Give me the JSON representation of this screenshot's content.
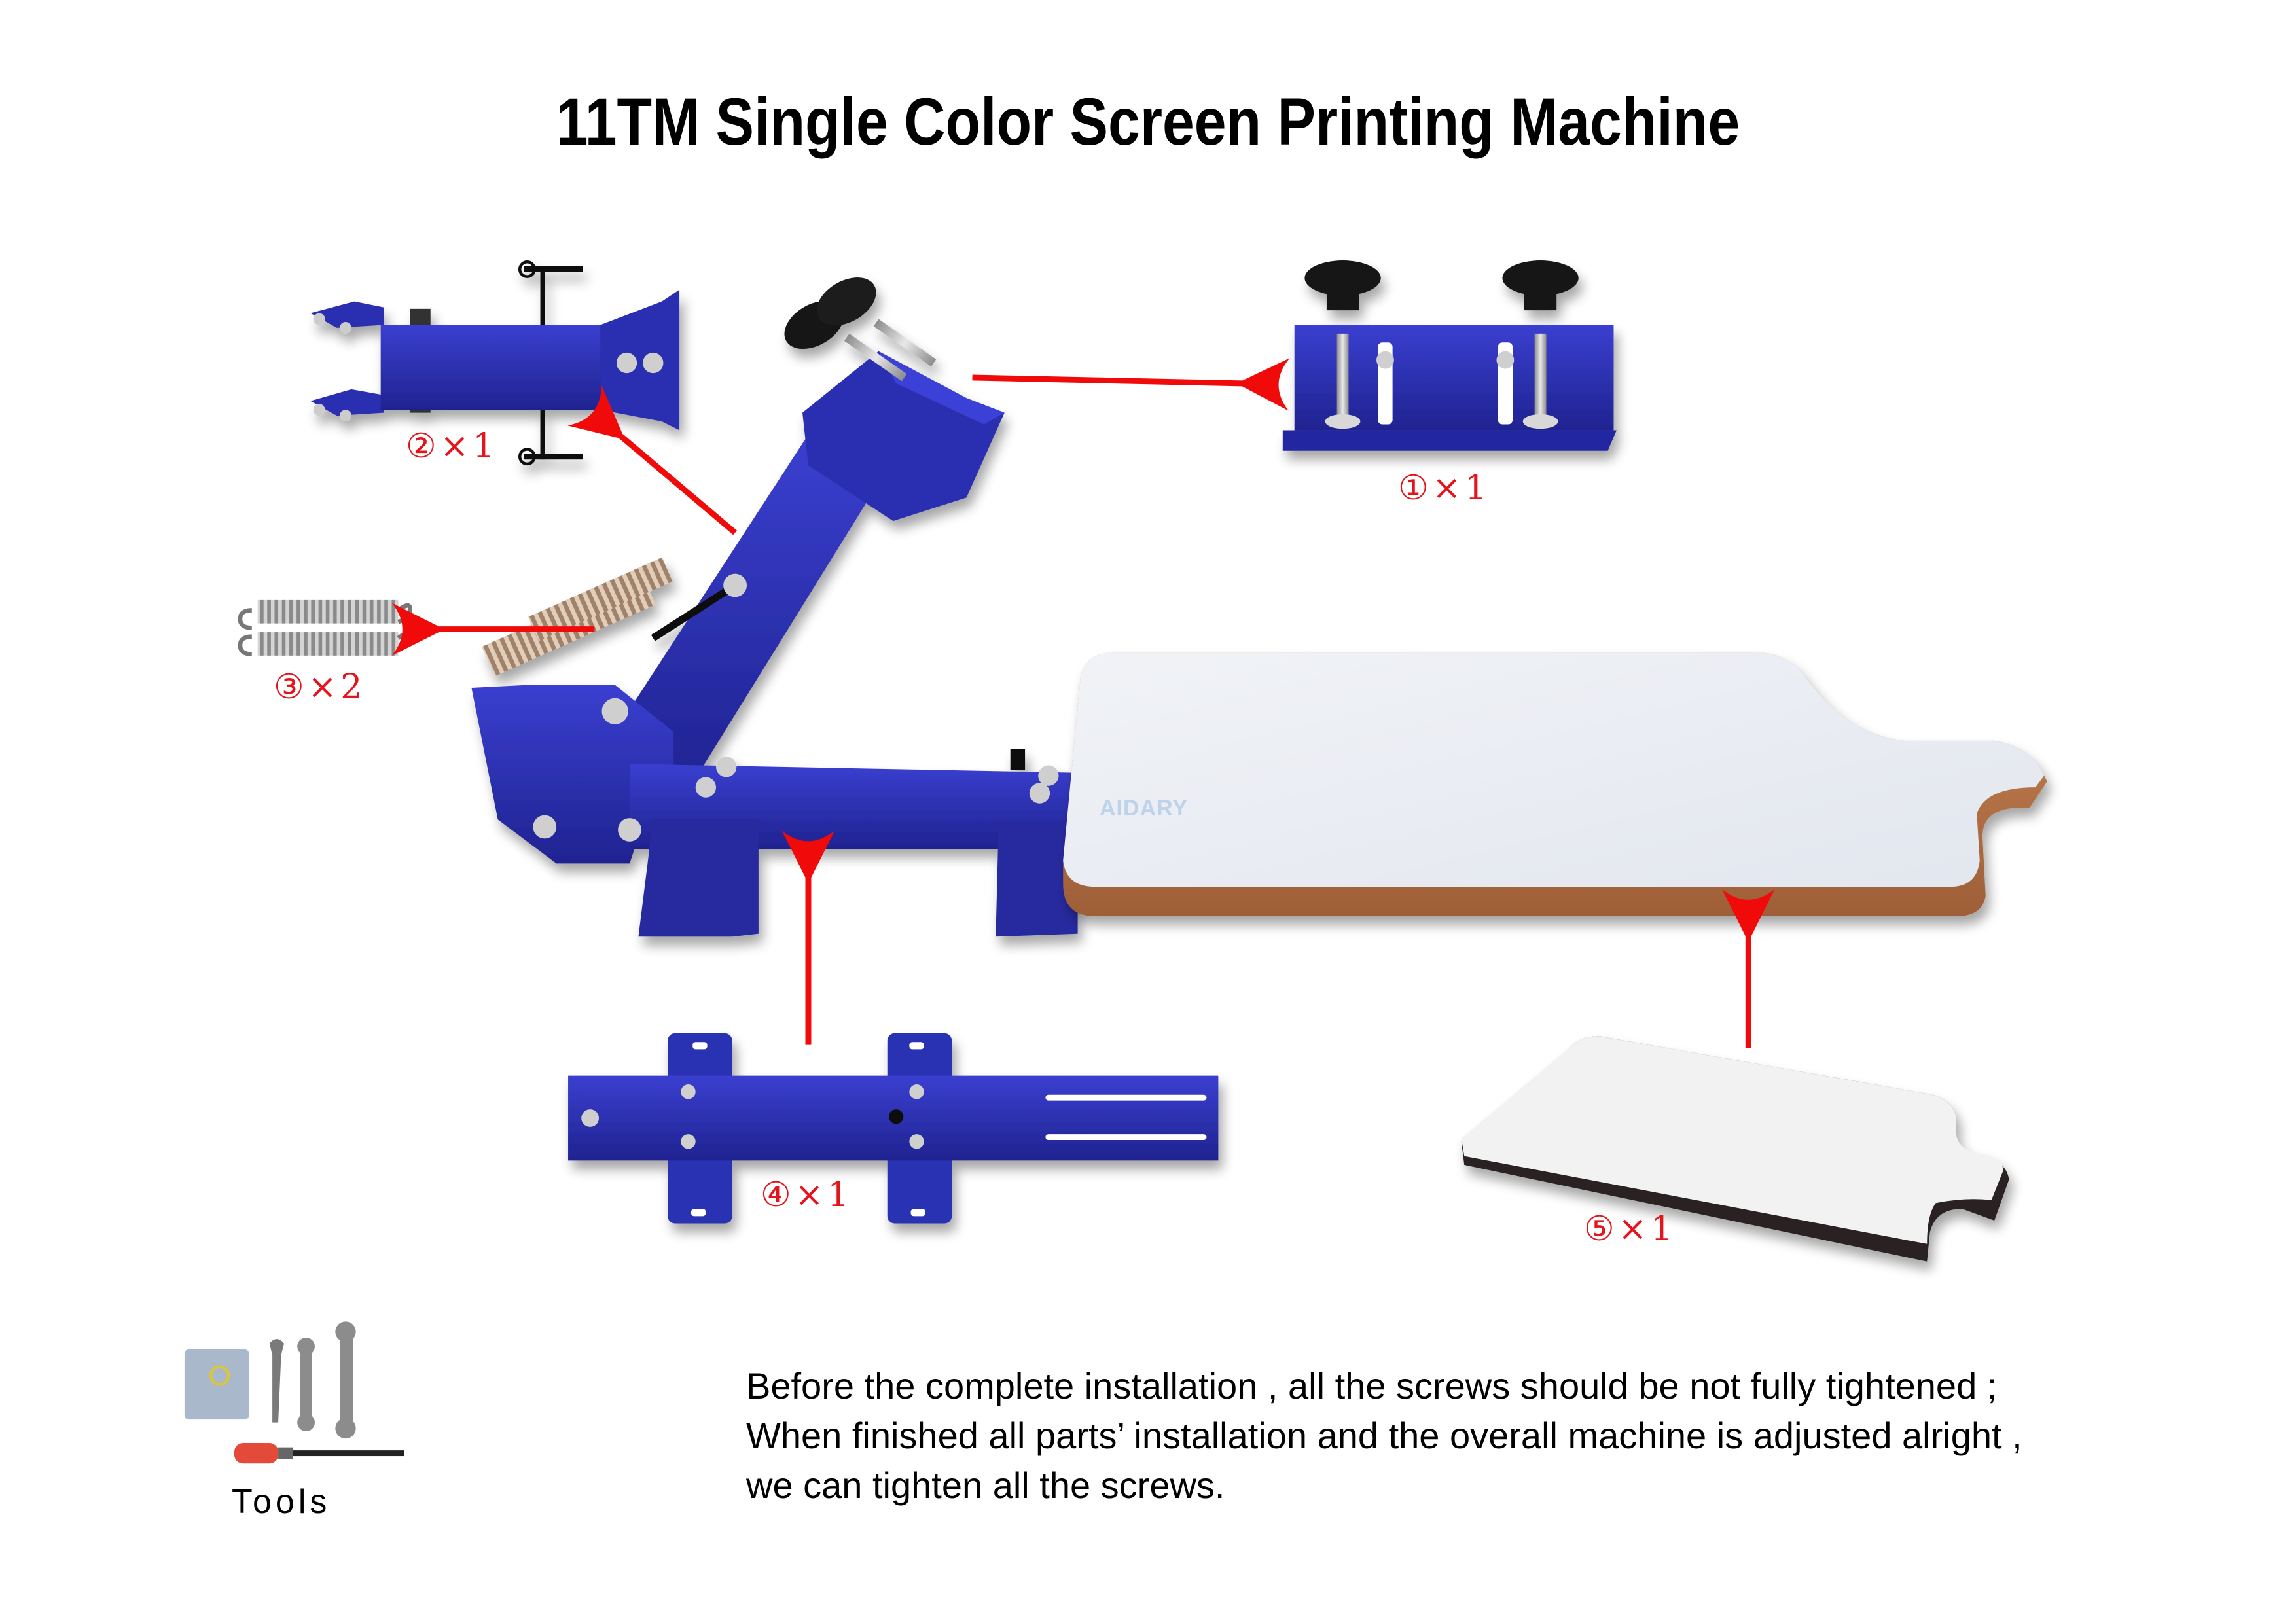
{
  "title": "11TM Single Color Screen Printing Machine",
  "watermark": "AIDARY",
  "colors": {
    "machine_blue": "#2a2fb0",
    "arrow_red": "#f00a0a",
    "label_red": "#e3141b",
    "pallet_top": "#e9ecf2",
    "pallet_edge": "#b87346",
    "knob_black": "#141414",
    "steel": "#c9c9c9"
  },
  "parts": [
    {
      "id": 1,
      "symbol": "①",
      "times": "×",
      "qty": "1",
      "name": "screen-clamp-bracket"
    },
    {
      "id": 2,
      "symbol": "②",
      "times": "×",
      "qty": "1",
      "name": "arm-head-assembly"
    },
    {
      "id": 3,
      "symbol": "③",
      "times": "×",
      "qty": "2",
      "name": "tension-spring"
    },
    {
      "id": 4,
      "symbol": "④",
      "times": "×",
      "qty": "1",
      "name": "base-rail"
    },
    {
      "id": 5,
      "symbol": "⑤",
      "times": "×",
      "qty": "1",
      "name": "platen-pallet"
    }
  ],
  "tools": {
    "label": "Tools",
    "items": [
      "screw-bag",
      "small-wrench",
      "double-wrench-small",
      "double-wrench-large",
      "screwdriver"
    ]
  },
  "note": {
    "lines": [
      "Before the complete installation , all the screws should be not fully tightened ;",
      "When finished all parts’  installation and the overall machine is adjusted alright ,",
      "we can tighten all the screws."
    ]
  }
}
